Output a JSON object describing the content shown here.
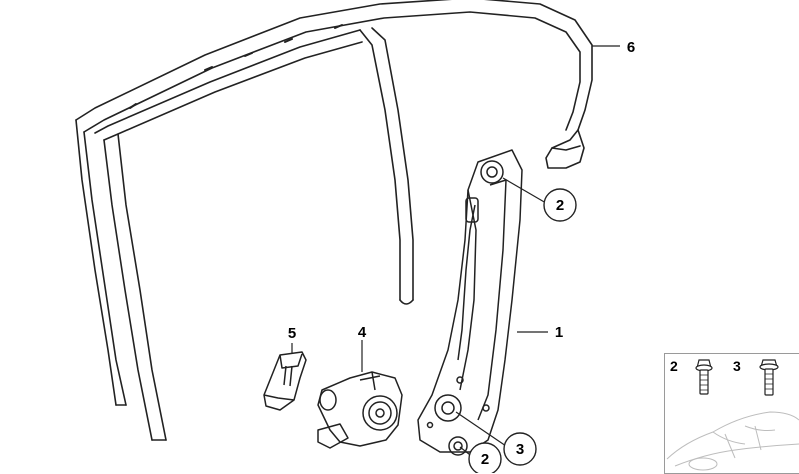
{
  "callouts": [
    {
      "id": "c6",
      "text": "6"
    },
    {
      "id": "c2-top",
      "text": "2"
    },
    {
      "id": "c1",
      "text": "1"
    },
    {
      "id": "c5",
      "text": "5"
    },
    {
      "id": "c4",
      "text": "4"
    },
    {
      "id": "c3",
      "text": "3"
    },
    {
      "id": "c2-bottom",
      "text": "2"
    }
  ],
  "inset": {
    "label_a": "2",
    "label_b": "3"
  }
}
